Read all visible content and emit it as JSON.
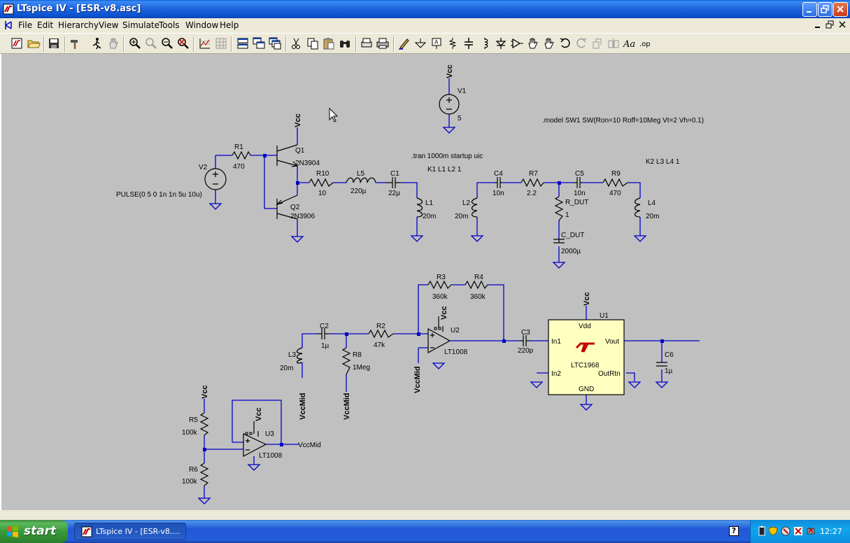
{
  "window": {
    "title": "LTspice IV - [ESR-v8.asc]"
  },
  "menu": {
    "items": [
      "File",
      "Edit",
      "Hierarchy",
      "View",
      "Simulate",
      "Tools",
      "Window",
      "Help"
    ]
  },
  "schematic": {
    "directives": {
      "model": ".model SW1 SW(Ron=10 Roff=10Meg Vt=2 Vh=0.1)",
      "tran": ".tran 1000m startup uic",
      "k1": "K1 L1 L2 1",
      "k2": "K2 L3 L4 1"
    },
    "net_labels": {
      "vcc": "Vcc",
      "vccmid": "VccMid"
    },
    "sources": {
      "v1_name": "V1",
      "v1_value": "5",
      "v2_name": "V2",
      "v2_value": "PULSE(0 5 0 1n 1n 5u 10u)"
    },
    "components": {
      "r1": {
        "name": "R1",
        "value": "470"
      },
      "q1": {
        "name": "Q1",
        "value": "2N3904"
      },
      "q2": {
        "name": "Q2",
        "value": "2N3906"
      },
      "r10": {
        "name": "R10",
        "value": "10"
      },
      "l5": {
        "name": "L5",
        "value": "220µ"
      },
      "c1": {
        "name": "C1",
        "value": "22µ"
      },
      "l1": {
        "name": "L1",
        "value": "20m"
      },
      "l2": {
        "name": "L2",
        "value": "20m"
      },
      "c4": {
        "name": "C4",
        "value": "10n"
      },
      "r7": {
        "name": "R7",
        "value": "2.2"
      },
      "c5": {
        "name": "C5",
        "value": "10n"
      },
      "r9": {
        "name": "R9",
        "value": "470"
      },
      "l4": {
        "name": "L4",
        "value": "20m"
      },
      "rdut": {
        "name": "R_DUT",
        "value": "1"
      },
      "cdut": {
        "name": "C_DUT",
        "value": "2000µ"
      },
      "r3": {
        "name": "R3",
        "value": "360k"
      },
      "r4": {
        "name": "R4",
        "value": "360k"
      },
      "c2": {
        "name": "C2",
        "value": "1µ"
      },
      "r2": {
        "name": "R2",
        "value": "47k"
      },
      "r8": {
        "name": "R8",
        "value": "1Meg"
      },
      "l3": {
        "name": "L3",
        "value": "20m"
      },
      "u2": {
        "name": "U2",
        "value": "LT1008"
      },
      "c3": {
        "name": "C3",
        "value": "220p"
      },
      "u1": {
        "name": "U1",
        "value": "LTC1968"
      },
      "c6": {
        "name": "C6",
        "value": "1µ"
      },
      "r5": {
        "name": "R5",
        "value": "100k"
      },
      "r6": {
        "name": "R6",
        "value": "100k"
      },
      "u3": {
        "name": "U3",
        "value": "LT1008"
      }
    },
    "u1_pins": {
      "vdd": "Vdd",
      "in1": "In1",
      "in2": "In2",
      "vout": "Vout",
      "outrtn": "OutRtn",
      "gnd": "GND"
    },
    "colors": {
      "wire": "#0000c8",
      "background": "#c0c0c0",
      "ic_fill": "#ffffc0"
    }
  },
  "taskbar": {
    "start_label": "start",
    "task_label": "LTspice IV - [ESR-v8....",
    "clock": "12:27",
    "help": "?"
  }
}
